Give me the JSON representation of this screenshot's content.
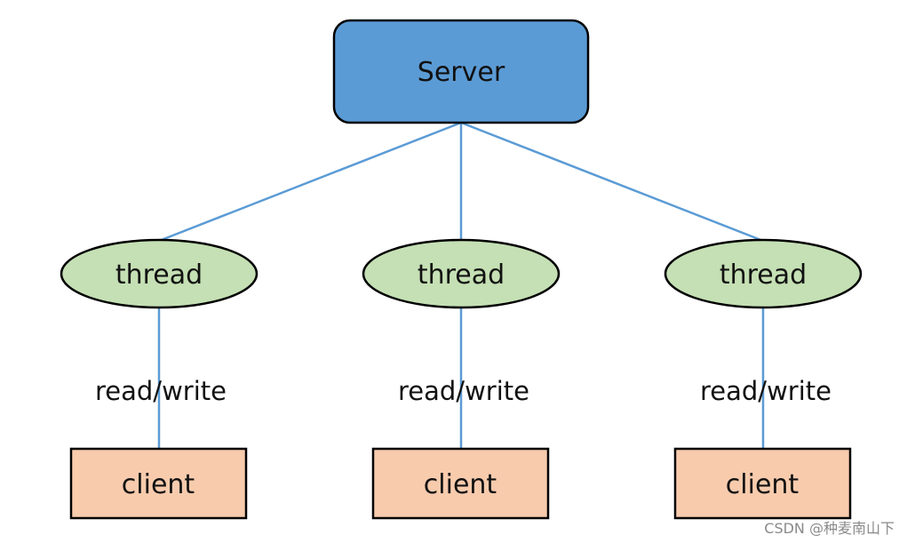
{
  "server": {
    "label": "Server",
    "fill": "#5b9bd5"
  },
  "thread_fill": "#c5e0b4",
  "client_fill": "#f8cbad",
  "edge_color": "#5b9bd5",
  "branches": [
    {
      "thread_label": "thread",
      "edge_label": "read/write",
      "client_label": "client"
    },
    {
      "thread_label": "thread",
      "edge_label": "read/write",
      "client_label": "client"
    },
    {
      "thread_label": "thread",
      "edge_label": "read/write",
      "client_label": "client"
    }
  ],
  "watermark": "CSDN @种麦南山下"
}
